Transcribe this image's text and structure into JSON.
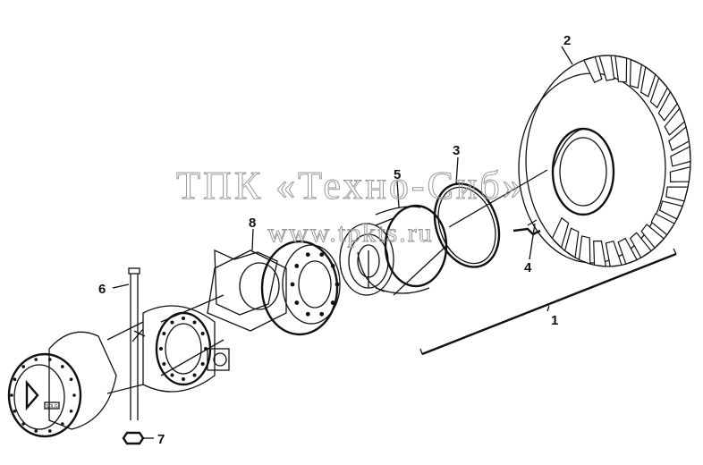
{
  "watermark": {
    "line1": "ТПК «Техно-Сиб»",
    "line2": "www.tpkts.ru"
  },
  "callouts": [
    {
      "id": "1",
      "label": "1"
    },
    {
      "id": "2",
      "label": "2"
    },
    {
      "id": "3",
      "label": "3"
    },
    {
      "id": "4",
      "label": "4"
    },
    {
      "id": "5",
      "label": "5"
    },
    {
      "id": "6",
      "label": "6"
    },
    {
      "id": "7",
      "label": "7"
    },
    {
      "id": "8",
      "label": "8"
    }
  ],
  "hub_logo_text": "SDLG"
}
